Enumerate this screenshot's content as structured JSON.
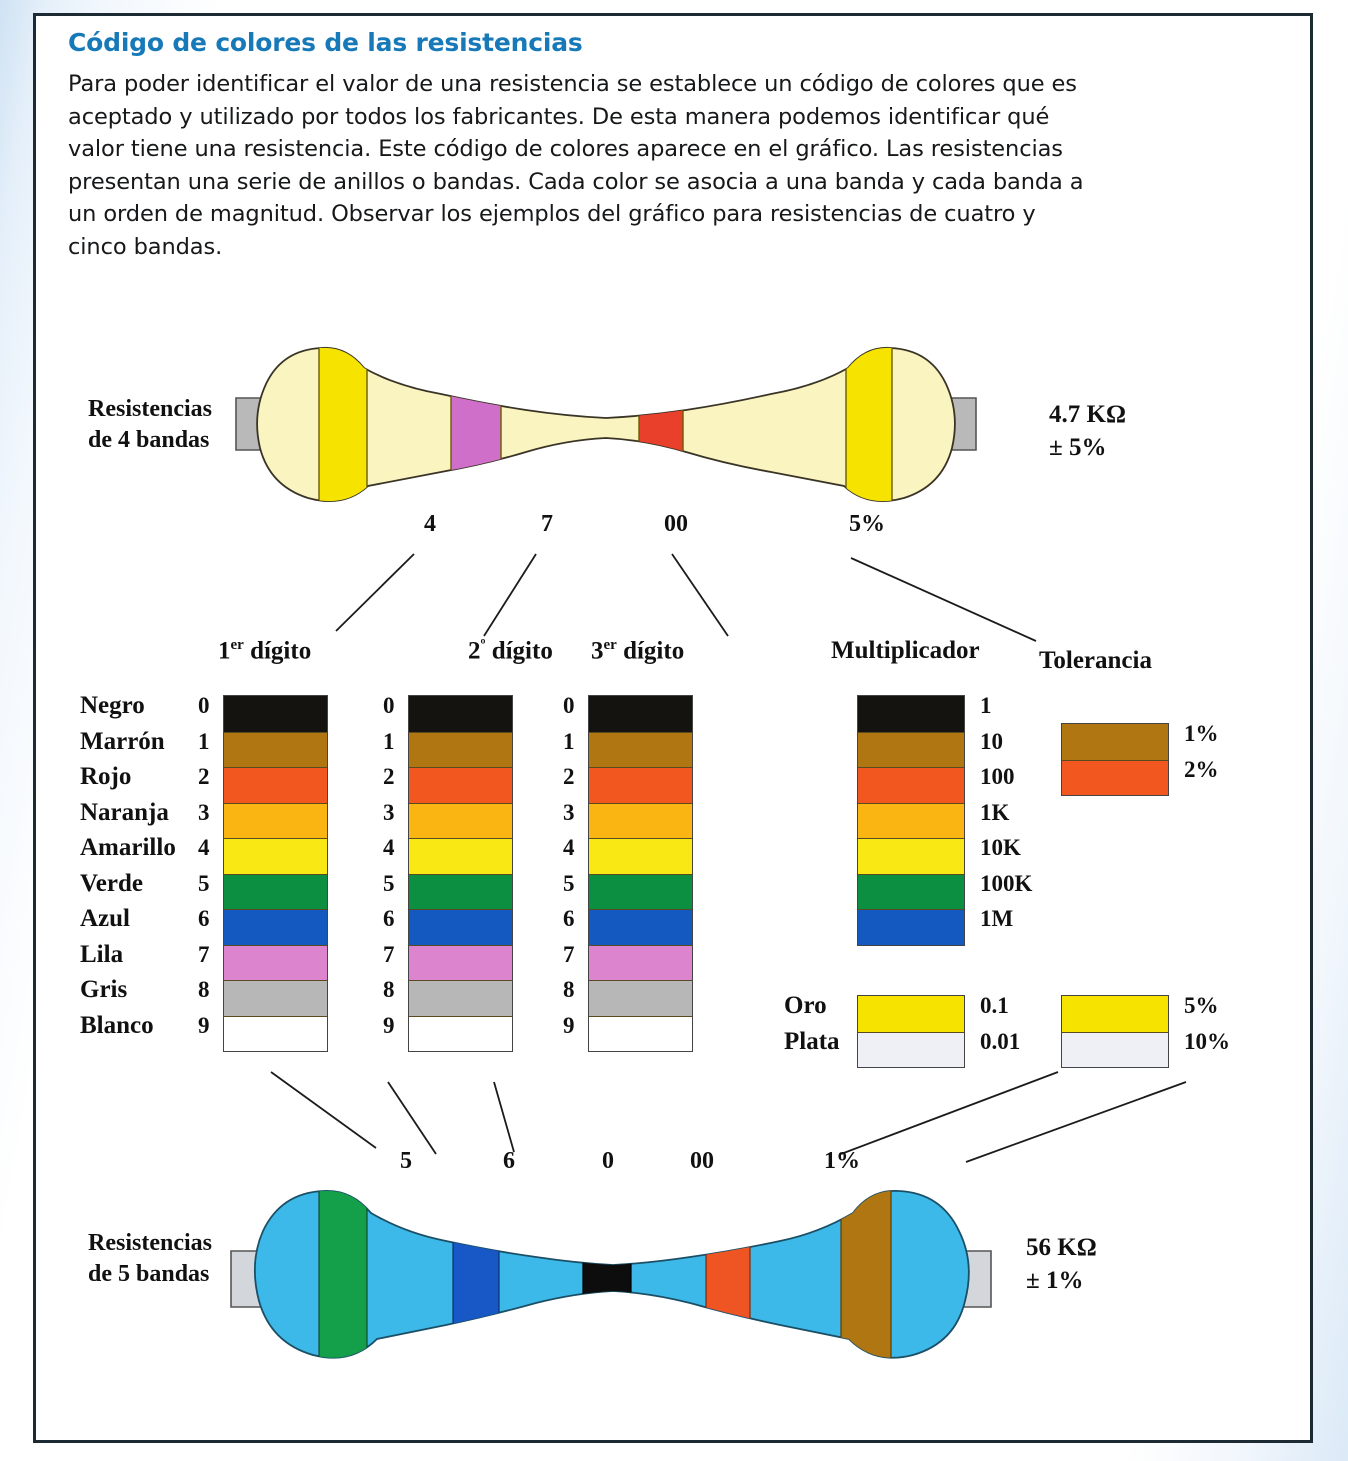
{
  "header": {
    "title": "Código de colores de las resistencias",
    "intro": "Para poder identificar el valor de una resistencia se establece un código de colores que es aceptado y utilizado por todos los fabricantes. De esta manera podemos identificar qué valor tiene una resistencia. Este código de colores aparece en el gráfico. Las resistencias presentan una serie de anillos o bandas. Cada color se asocia a una banda y cada banda a un orden de magnitud. Observar los ejemplos del gráfico para resistencias de cuatro y cinco bandas."
  },
  "title_color": "#1779b8",
  "resistor4": {
    "label_line1": "Resistencias",
    "label_line2": "de 4 bandas",
    "value_line1": "4.7 KΩ",
    "value_line2": "± 5%",
    "body_color": "#f9f4c0",
    "lead_color": "#b9b9b9",
    "band_labels": [
      "4",
      "7",
      "00",
      "5%"
    ],
    "bands": [
      {
        "name": "Amarillo",
        "color": "#f6e400",
        "meaning": "4"
      },
      {
        "name": "Lila",
        "color": "#cf6fca",
        "meaning": "7"
      },
      {
        "name": "Rojo",
        "color": "#e8402a",
        "meaning": "00"
      },
      {
        "name": "Amarillo",
        "color": "#f6e400",
        "meaning": "5%"
      }
    ]
  },
  "resistor5": {
    "label_line1": "Resistencias",
    "label_line2": "de 5 bandas",
    "value_line1": "56 KΩ",
    "value_line2": "± 1%",
    "body_color": "#3cb9e8",
    "lead_color": "#d3d7dc",
    "band_labels": [
      "5",
      "6",
      "0",
      "00",
      "1%"
    ],
    "bands": [
      {
        "name": "Verde",
        "color": "#14a04a",
        "meaning": "5"
      },
      {
        "name": "Azul",
        "color": "#1758c6",
        "meaning": "6"
      },
      {
        "name": "Negro",
        "color": "#0d0d0d",
        "meaning": "0"
      },
      {
        "name": "Rojo",
        "color": "#ef5423",
        "meaning": "00"
      },
      {
        "name": "Marrón",
        "color": "#b07611",
        "meaning": "1%"
      }
    ]
  },
  "columns": {
    "digit1": "1er  dígito",
    "digit1_base": "1",
    "digit1_sup": "er",
    "digit1_rest": " dígito",
    "digit2_base": "2",
    "digit2_sup": "º",
    "digit2_rest": " dígito",
    "digit3_base": "3",
    "digit3_sup": "er",
    "digit3_rest": " dígito",
    "multiplicador": "Multiplicador",
    "tolerancia": "Tolerancia"
  },
  "color_names": [
    "Negro",
    "Marrón",
    "Rojo",
    "Naranja",
    "Amarillo",
    "Verde",
    "Azul",
    "Lila",
    "Gris",
    "Blanco"
  ],
  "digits": [
    "0",
    "1",
    "2",
    "3",
    "4",
    "5",
    "6",
    "7",
    "8",
    "9"
  ],
  "digit_colors": [
    "#151310",
    "#b07611",
    "#f1571f",
    "#fab513",
    "#f9e814",
    "#0d8f42",
    "#1459bf",
    "#dd84cf",
    "#b7b7b7",
    "#ffffff"
  ],
  "multiplier": {
    "values": [
      "1",
      "10",
      "100",
      "1K",
      "10K",
      "100K",
      "1M"
    ],
    "colors": [
      "#151310",
      "#b07611",
      "#f1571f",
      "#fab513",
      "#f9e814",
      "#0d8f42",
      "#1459bf"
    ],
    "extra_names": [
      "Oro",
      "Plata"
    ],
    "extra_values": [
      "0.1",
      "0.01"
    ],
    "extra_colors": [
      "#f6e400",
      "#eef0f5"
    ]
  },
  "tolerance": {
    "top_values": [
      "1%",
      "2%"
    ],
    "top_colors": [
      "#b07611",
      "#f1571f"
    ],
    "bottom_values": [
      "5%",
      "10%"
    ],
    "bottom_colors": [
      "#f6e400",
      "#eef0f5"
    ]
  },
  "chart_data": {
    "type": "table",
    "title": "Código de colores de las resistencias",
    "categories": [
      "Negro",
      "Marrón",
      "Rojo",
      "Naranja",
      "Amarillo",
      "Verde",
      "Azul",
      "Lila",
      "Gris",
      "Blanco"
    ],
    "series": [
      {
        "name": "1er dígito",
        "values": [
          0,
          1,
          2,
          3,
          4,
          5,
          6,
          7,
          8,
          9
        ]
      },
      {
        "name": "2º dígito",
        "values": [
          0,
          1,
          2,
          3,
          4,
          5,
          6,
          7,
          8,
          9
        ]
      },
      {
        "name": "3er dígito",
        "values": [
          0,
          1,
          2,
          3,
          4,
          5,
          6,
          7,
          8,
          9
        ]
      },
      {
        "name": "Multiplicador",
        "values": [
          "1",
          "10",
          "100",
          "1K",
          "10K",
          "100K",
          "1M",
          null,
          null,
          null
        ]
      },
      {
        "name": "Tolerancia",
        "values": [
          null,
          "1%",
          "2%",
          null,
          null,
          null,
          null,
          null,
          null,
          null
        ]
      }
    ],
    "annotations": [
      "Oro = multiplicador 0.1, tolerancia 5%",
      "Plata = multiplicador 0.01, tolerancia 10%",
      "Ejemplo 4 bandas: amarillo(4) lila(7) rojo(00) oro(5%) = 4.7 KΩ ± 5%",
      "Ejemplo 5 bandas: verde(5) azul(6) negro(0) rojo(00) marrón(1%) = 56 KΩ ± 1%"
    ],
    "legend": "position: inline column headers"
  }
}
